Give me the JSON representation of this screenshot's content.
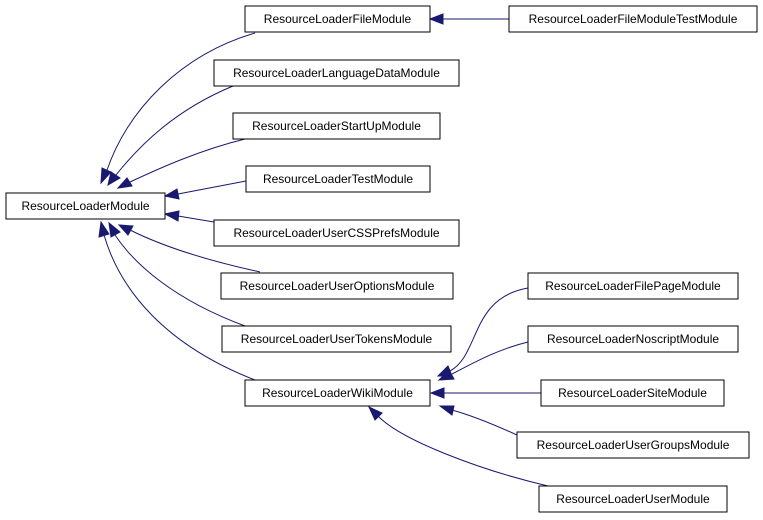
{
  "diagram": {
    "type": "class-inheritance-graph",
    "colors": {
      "edge": "#191970",
      "box_border": "#000000",
      "box_fill": "#ffffff",
      "text": "#000000"
    },
    "nodes": {
      "rl_module": "ResourceLoaderModule",
      "file_module": "ResourceLoaderFileModule",
      "file_module_test": "ResourceLoaderFileModuleTestModule",
      "language_data": "ResourceLoaderLanguageDataModule",
      "start_up": "ResourceLoaderStartUpModule",
      "test_module": "ResourceLoaderTestModule",
      "user_css_prefs": "ResourceLoaderUserCSSPrefsModule",
      "user_options": "ResourceLoaderUserOptionsModule",
      "user_tokens": "ResourceLoaderUserTokensModule",
      "wiki_module": "ResourceLoaderWikiModule",
      "file_page": "ResourceLoaderFilePageModule",
      "noscript": "ResourceLoaderNoscriptModule",
      "site": "ResourceLoaderSiteModule",
      "user_groups": "ResourceLoaderUserGroupsModule",
      "user_module": "ResourceLoaderUserModule"
    },
    "edges": [
      {
        "child": "file_module_test",
        "parent": "file_module"
      },
      {
        "child": "file_module",
        "parent": "rl_module"
      },
      {
        "child": "language_data",
        "parent": "rl_module"
      },
      {
        "child": "start_up",
        "parent": "rl_module"
      },
      {
        "child": "test_module",
        "parent": "rl_module"
      },
      {
        "child": "user_css_prefs",
        "parent": "rl_module"
      },
      {
        "child": "user_options",
        "parent": "rl_module"
      },
      {
        "child": "user_tokens",
        "parent": "rl_module"
      },
      {
        "child": "wiki_module",
        "parent": "rl_module"
      },
      {
        "child": "file_page",
        "parent": "wiki_module"
      },
      {
        "child": "noscript",
        "parent": "wiki_module"
      },
      {
        "child": "site",
        "parent": "wiki_module"
      },
      {
        "child": "user_groups",
        "parent": "wiki_module"
      },
      {
        "child": "user_module",
        "parent": "wiki_module"
      }
    ]
  }
}
